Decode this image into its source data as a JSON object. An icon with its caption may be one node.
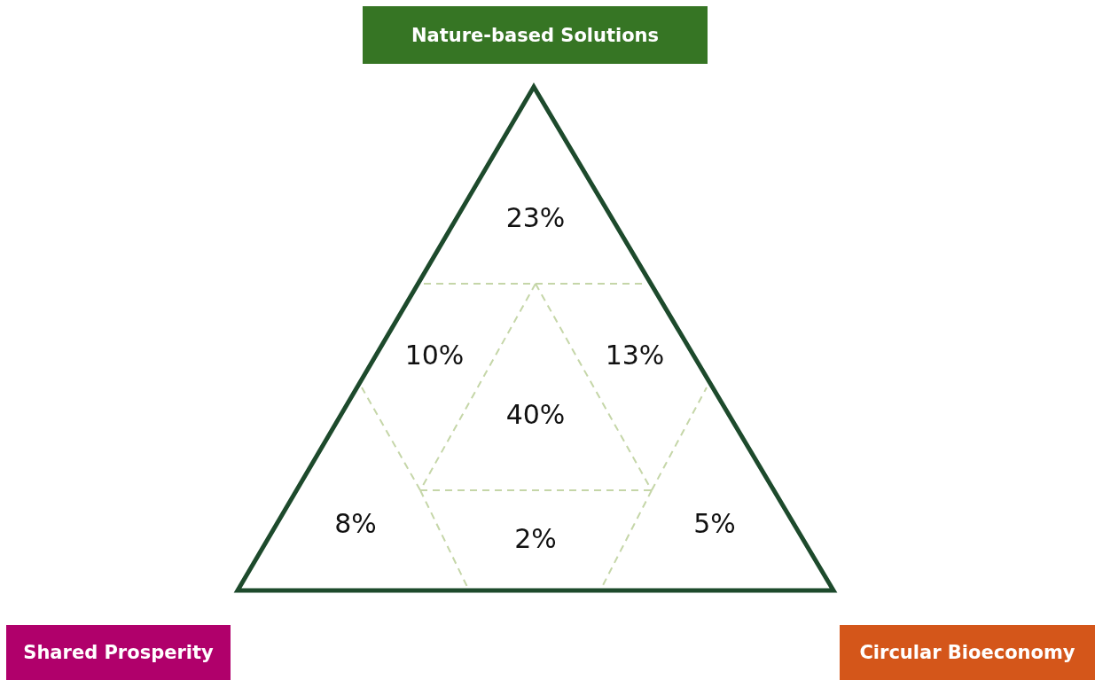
{
  "diagram": {
    "nodes": [
      {
        "text": [
          "Nature-based Solutions"
        ]
      },
      {
        "text": [
          "Shared Prosperity"
        ]
      },
      {
        "text": [
          "Circular Bioeconomy"
        ]
      }
    ],
    "edges": [],
    "labels": [
      "23%",
      "10%",
      "13%",
      "40%",
      "8%",
      "2%",
      "5%"
    ]
  }
}
